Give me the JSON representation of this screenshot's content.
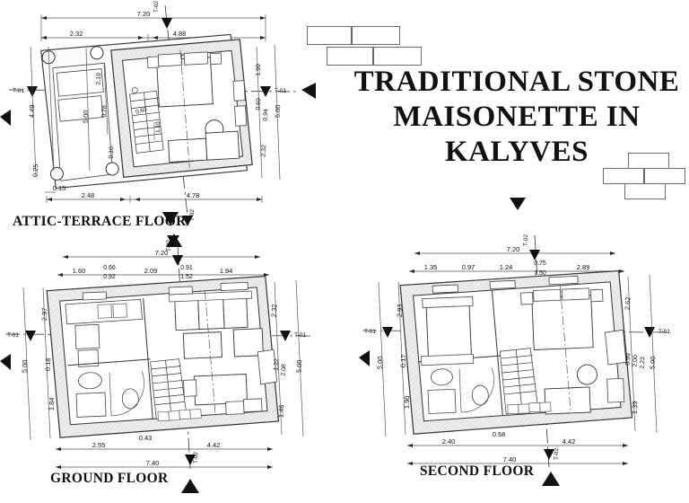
{
  "title": {
    "lines": [
      "TRADITIONAL STONE",
      "MAISONETTE IN",
      "KALYVES"
    ]
  },
  "plans": [
    {
      "id": "attic",
      "label": "ATTIC-TERRACE FLOOR",
      "section_marks": {
        "horizontal": "T-01",
        "vertical": "T-02"
      },
      "dimensions": {
        "top_outer": [
          "7.20"
        ],
        "top_inner": [
          "2.32",
          "4.88"
        ],
        "bottom_outer": [
          "2.48",
          "4.78"
        ],
        "bottom_extra": [
          "0.15"
        ],
        "left_outer": [
          "4.49"
        ],
        "left_inner": [
          "5.00"
        ],
        "left_small": [
          "0.25"
        ],
        "left_mid": [
          "2.19",
          "0.78",
          "0.10"
        ],
        "right_outer": [
          "5.00"
        ],
        "right_inner": [
          "1.99",
          "0.69",
          "0.94",
          "2.32"
        ],
        "interior": [
          "0.60",
          "1.10"
        ]
      }
    },
    {
      "id": "ground",
      "label": "GROUND FLOOR",
      "section_marks": {
        "horizontal": "T-01",
        "vertical": "T-02"
      },
      "dimensions": {
        "top_outer": [
          "7.20"
        ],
        "top_inner": [
          "1.60",
          "0.66",
          "0.92",
          "2.09",
          "0.91",
          "1.52",
          "1.94"
        ],
        "bottom_inner": [
          "2.55",
          "0.43",
          "4.42"
        ],
        "bottom_outer": [
          "7.40"
        ],
        "left_outer": [
          "5.00"
        ],
        "left_inner": [
          "2.97",
          "0.18",
          "1.84"
        ],
        "right_inner": [
          "2.32",
          "1.22",
          "2.08",
          "1.46"
        ],
        "right_outer": [
          "5.00"
        ]
      }
    },
    {
      "id": "second",
      "label": "SECOND FLOOR",
      "section_marks": {
        "horizontal": "T-01",
        "vertical": "T-02"
      },
      "dimensions": {
        "top_outer": [
          "7.20"
        ],
        "top_inner": [
          "1.35",
          "0.97",
          "1.24",
          "0.75",
          "1.50",
          "2.89"
        ],
        "bottom_inner": [
          "2.40",
          "0.58",
          "4.42"
        ],
        "bottom_outer": [
          "7.40"
        ],
        "left_outer": [
          "5.00"
        ],
        "left_inner": [
          "2.93",
          "0.17",
          "1.90"
        ],
        "right_inner": [
          "2.62",
          "0.99",
          "2.00",
          "2.23",
          "1.39"
        ],
        "right_outer": [
          "5.00"
        ]
      }
    }
  ],
  "colors": {
    "ink": "#1a1a1a",
    "wall_hatch": "#e8e8e6",
    "dim_line": "#555555",
    "brick_stroke": "#6c6c6c"
  }
}
